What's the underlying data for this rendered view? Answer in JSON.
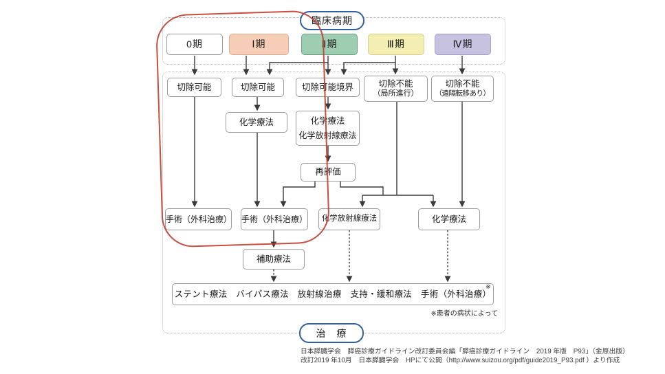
{
  "ovals": {
    "clinical_stage": "臨床病期",
    "treatment": "治　療"
  },
  "stages": [
    {
      "label": "0期",
      "fill": "#ffffff",
      "border": "#9a9a9a"
    },
    {
      "label": "Ⅰ期",
      "fill": "#f6cdb6",
      "border": "#e3ab90"
    },
    {
      "label": "Ⅱ期",
      "fill": "#9ecdb2",
      "border": "#67a384"
    },
    {
      "label": "Ⅲ期",
      "fill": "#f3eeb2",
      "border": "#d9cf88"
    },
    {
      "label": "Ⅳ期",
      "fill": "#c7c2e0",
      "border": "#a59fc9"
    }
  ],
  "nodes": {
    "resectable_stage0": "切除可能",
    "resectable_stage1": "切除可能",
    "borderline_resectable": "切除可能境界",
    "unresectable_local_line1": "切除不能",
    "unresectable_local_line2": "（局所進行）",
    "unresectable_meta_line1": "切除不能",
    "unresectable_meta_line2": "（遠隔転移あり）",
    "neoadjuvant_chemo": "化学療法",
    "chemo_or_chemorad_line1": "化学療法",
    "chemo_or_chemorad_line2": "化学放射線療法",
    "reevaluation": "再評価",
    "surgery_stage0": "手術（外科治療）",
    "surgery_stage1": "手術（外科治療）",
    "chemoradiotherapy": "化学放射線療法",
    "chemotherapy": "化学療法",
    "adjuvant_therapy": "補助療法",
    "supportive_row": "ステント療法　バイパス療法　放射線治療　支持・緩和療法　手術（外科治療）",
    "supportive_mark": "※"
  },
  "annotations": {
    "condition_note": "※患者の病状によって"
  },
  "footer": {
    "line1": "日本膵臓学会　膵癌診療ガイドライン改訂委員会編「膵癌診療ガイドライン　2019 年版　P93」（金原出版）",
    "line2": "改訂2019 年10月　日本膵臓学会　HPにて公開（http://www.suizou.org/pdf/guide2019_P93.pdf ）より作成"
  },
  "colors": {
    "oval_border": "#2f5f9e",
    "highlight_outline": "#c23b2e",
    "connector": "#3a3a3a",
    "box_border": "#9a9a9a"
  }
}
